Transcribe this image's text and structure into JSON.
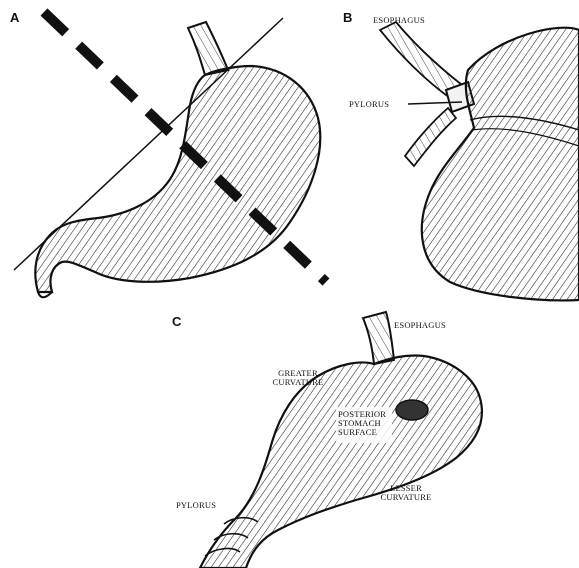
{
  "panels": {
    "a": {
      "letter": "A"
    },
    "b": {
      "letter": "B",
      "labels": {
        "esophagus": "ESOPHAGUS",
        "pylorus": "PYLORUS"
      }
    },
    "c": {
      "letter": "C",
      "labels": {
        "esophagus": "ESOPHAGUS",
        "greater_curvature_line1": "GREATER",
        "greater_curvature_line2": "CURVATURE",
        "posterior_line1": "POSTERIOR",
        "posterior_line2": "STOMACH",
        "posterior_line3": "SURFACE",
        "pylorus": "PYLORUS",
        "lesser_curvature_line1": "LESSER",
        "lesser_curvature_line2": "CURVATURE"
      }
    }
  },
  "colors": {
    "ink": "#111111",
    "background": "#ffffff"
  }
}
